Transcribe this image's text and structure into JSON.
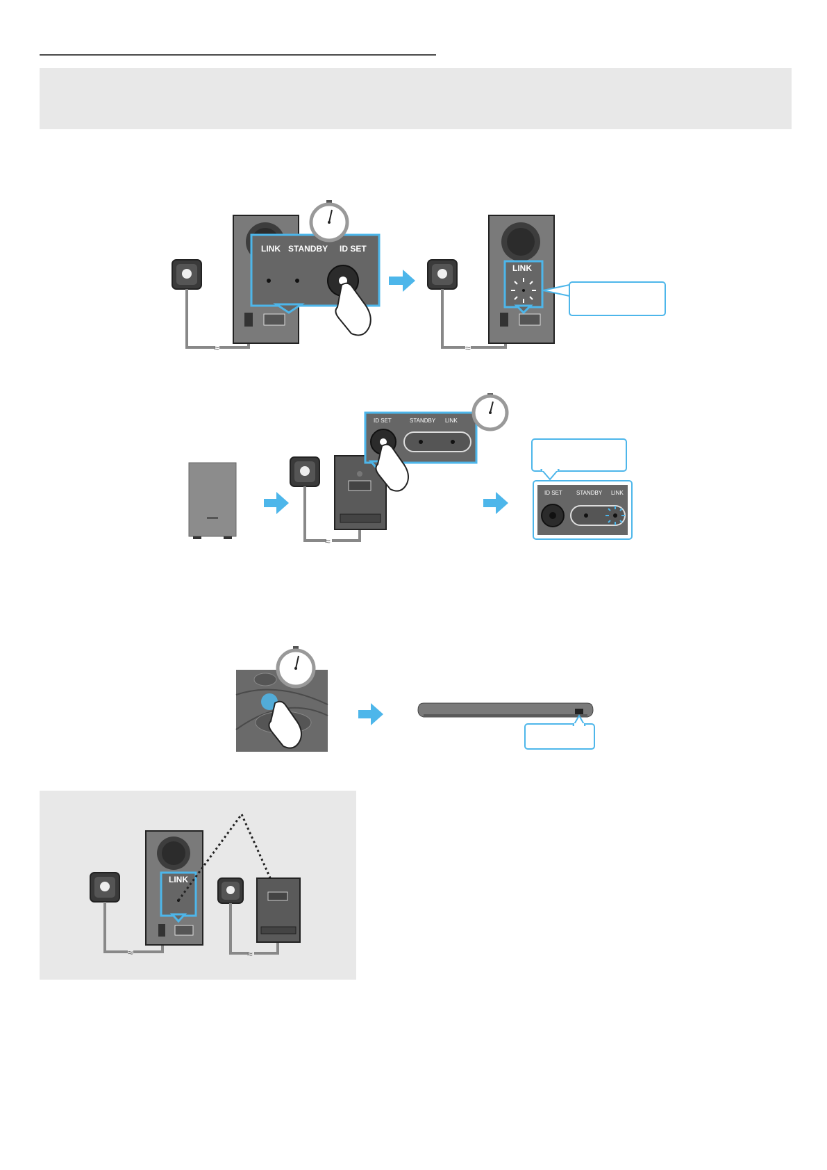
{
  "labels": {
    "link": "LINK",
    "standby": "STANDBY",
    "id_set": "ID SET"
  },
  "colors": {
    "accent_blue": "#4db6ea",
    "device_dark": "#5a5a5a",
    "device_light": "#8a8a8a",
    "panel_grey": "#e8e8e8"
  },
  "icons": [
    "power-outlet-icon",
    "stopwatch-icon",
    "hand-press-icon",
    "arrow-right-icon",
    "led-blink-icon",
    "bluetooth-button-icon"
  ]
}
